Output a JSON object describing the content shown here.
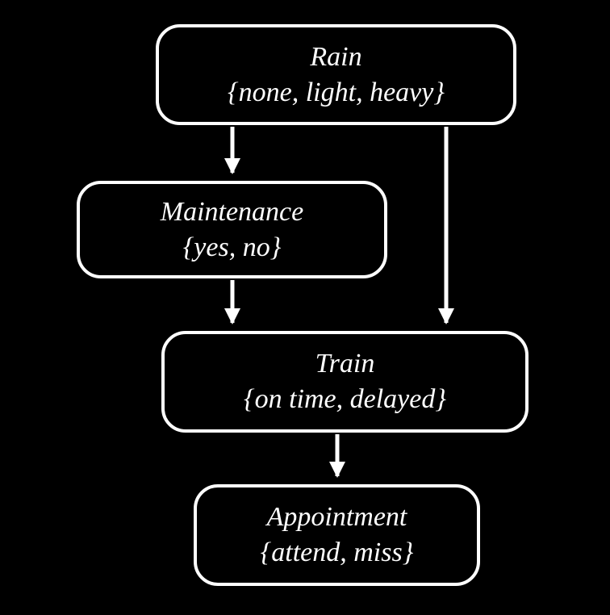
{
  "diagram": {
    "type": "bayesian-network",
    "nodes": [
      {
        "id": "rain",
        "title": "Rain",
        "values": "{none, light, heavy}"
      },
      {
        "id": "maintenance",
        "title": "Maintenance",
        "values": "{yes, no}"
      },
      {
        "id": "train",
        "title": "Train",
        "values": "{on time, delayed}"
      },
      {
        "id": "appointment",
        "title": "Appointment",
        "values": "{attend, miss}"
      }
    ],
    "edges": [
      {
        "from": "rain",
        "to": "maintenance"
      },
      {
        "from": "rain",
        "to": "train"
      },
      {
        "from": "maintenance",
        "to": "train"
      },
      {
        "from": "train",
        "to": "appointment"
      }
    ],
    "colors": {
      "background": "#000000",
      "node_border": "#ffffff",
      "text": "#ffffff",
      "arrow": "#ffffff"
    }
  }
}
